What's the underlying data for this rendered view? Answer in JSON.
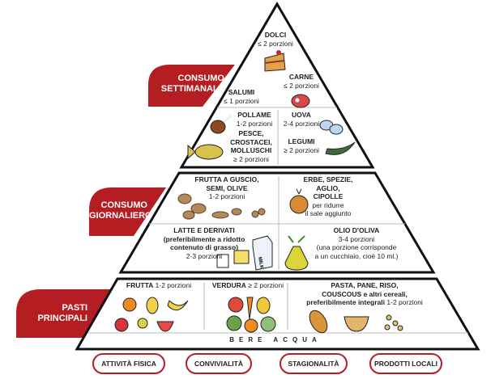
{
  "colors": {
    "red": "#b41e23",
    "outline": "#111111"
  },
  "weekly": {
    "label_1": "CONSUMO",
    "label_2": "SETTIMANALE",
    "dolci": {
      "name": "DOLCI",
      "portion": "≤ 2 porzioni"
    },
    "carne": {
      "name": "CARNE",
      "portion": "≤ 2 porzioni"
    },
    "salumi": {
      "name": "SALUMI",
      "portion": "≤ 1 porzioni"
    },
    "pollame": {
      "name": "POLLAME",
      "portion": "1-2 porzioni"
    },
    "uova": {
      "name": "UOVA",
      "portion": "2-4 porzioni"
    },
    "pesce": {
      "name_1": "PESCE,",
      "name_2": "CROSTACEI,",
      "name_3": "MOLLUSCHI",
      "portion": "≥ 2 porzioni"
    },
    "legumi": {
      "name": "LEGUMI",
      "portion": "≥ 2 porzioni"
    }
  },
  "daily": {
    "label_1": "CONSUMO",
    "label_2": "GIORNALIERO",
    "frutta_guscio": {
      "name_1": "FRUTTA A GUSCIO,",
      "name_2": "SEMI, OLIVE",
      "portion": "1-2 porzioni"
    },
    "erbe": {
      "name_1": "ERBE, SPEZIE,",
      "name_2": "AGLIO,",
      "name_3": "CIPOLLE",
      "note_1": "per ridurre",
      "note_2": "il sale aggiunto"
    },
    "latte": {
      "name": "LATTE E DERIVATI",
      "note_1": "(preferibilmente a ridotto",
      "note_2": "contenuto di grasso)",
      "portion": "2-3 porzioni",
      "milk_label": "MILK"
    },
    "olio": {
      "name": "OLIO D'OLIVA",
      "portion": "3-4 porzioni",
      "note_1": "(una porzione corrisponde",
      "note_2": "a un cucchiaio, cioè 10 ml.)"
    }
  },
  "meals": {
    "label_1": "PASTI",
    "label_2": "PRINCIPALI",
    "frutta": {
      "name": "FRUTTA",
      "portion": "1-2 porzioni"
    },
    "verdura": {
      "name": "VERDURA",
      "portion": "≥ 2 porzioni"
    },
    "cereali": {
      "name_1": "PASTA, PANE, RISO,",
      "name_2": "COUSCOUS e altri cereali,",
      "name_3": "preferibilmente integrali",
      "portion": "1-2 porzioni"
    },
    "water": "BERE ACQUA"
  },
  "values": [
    "ATTIVITÀ FISICA",
    "CONVIVIALITÀ",
    "STAGIONALITÀ",
    "PRODOTTI LOCALI"
  ]
}
